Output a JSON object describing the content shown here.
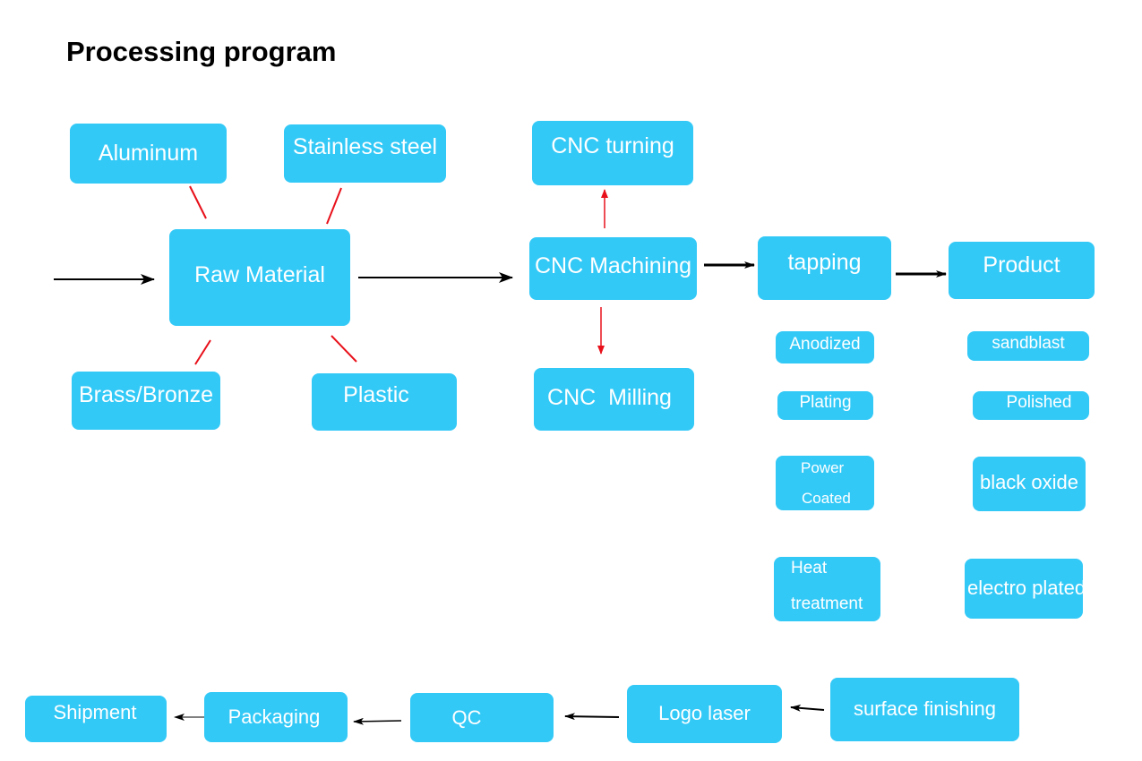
{
  "title": "Processing program",
  "colors": {
    "box": "#33c9f7",
    "box_text": "#ffffff",
    "arrow_main": "#000000",
    "connector": "#e8101a"
  },
  "materials": {
    "aluminum": "Aluminum",
    "stainless_steel": "Stainless steel",
    "raw_material": "Raw Material",
    "brass_bronze": "Brass/Bronze",
    "plastic": "Plastic"
  },
  "machining": {
    "cnc_turning": "CNC turning",
    "cnc_machining": "CNC Machining",
    "cnc_milling": "CNC  Milling"
  },
  "process": {
    "tapping": "tapping",
    "product": "Product"
  },
  "finishes": {
    "anodized": "Anodized",
    "plating": "Plating",
    "power_coated_line1": "Power",
    "power_coated_line2": "Coated",
    "heat_treatment_line1": "Heat",
    "heat_treatment_line2": "treatment",
    "sandblast": "sandblast",
    "polished": "Polished",
    "black_oxide": "black oxide",
    "electro_plated": "electro plated"
  },
  "bottom_flow": {
    "surface_finishing": "surface finishing",
    "logo_laser": "Logo laser",
    "qc": "QC",
    "packaging": "Packaging",
    "shipment": "Shipment"
  }
}
